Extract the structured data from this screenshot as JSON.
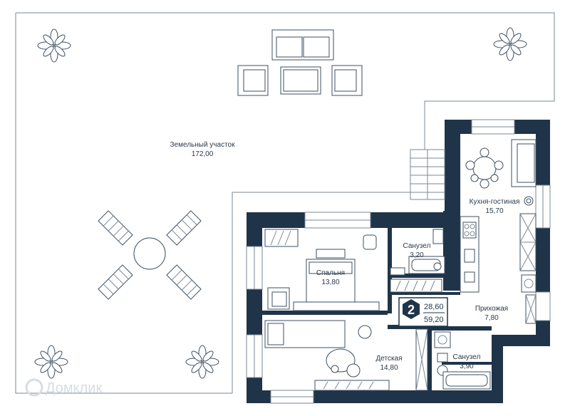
{
  "plan": {
    "rooms": [
      {
        "id": "land",
        "name": "Земельный участок",
        "area": "172,00"
      },
      {
        "id": "kitchen",
        "name": "Кухня-гостиная",
        "area": "15,70"
      },
      {
        "id": "bath1",
        "name": "Санузел",
        "area": "3,20"
      },
      {
        "id": "bedroom",
        "name": "Спальня",
        "area": "13,80"
      },
      {
        "id": "hall",
        "name": "Прихожая",
        "area": "7,80"
      },
      {
        "id": "kids",
        "name": "Детская",
        "area": "14,80"
      },
      {
        "id": "bath2",
        "name": "Санузел",
        "area": "3,90"
      }
    ],
    "badge": {
      "rooms": "2",
      "living_area": "28,60",
      "total_area": "59,20"
    },
    "watermark": "Домклик",
    "colors": {
      "wall": "#1f3448",
      "line": "#7a8896",
      "plant": "#3c4f61"
    }
  }
}
